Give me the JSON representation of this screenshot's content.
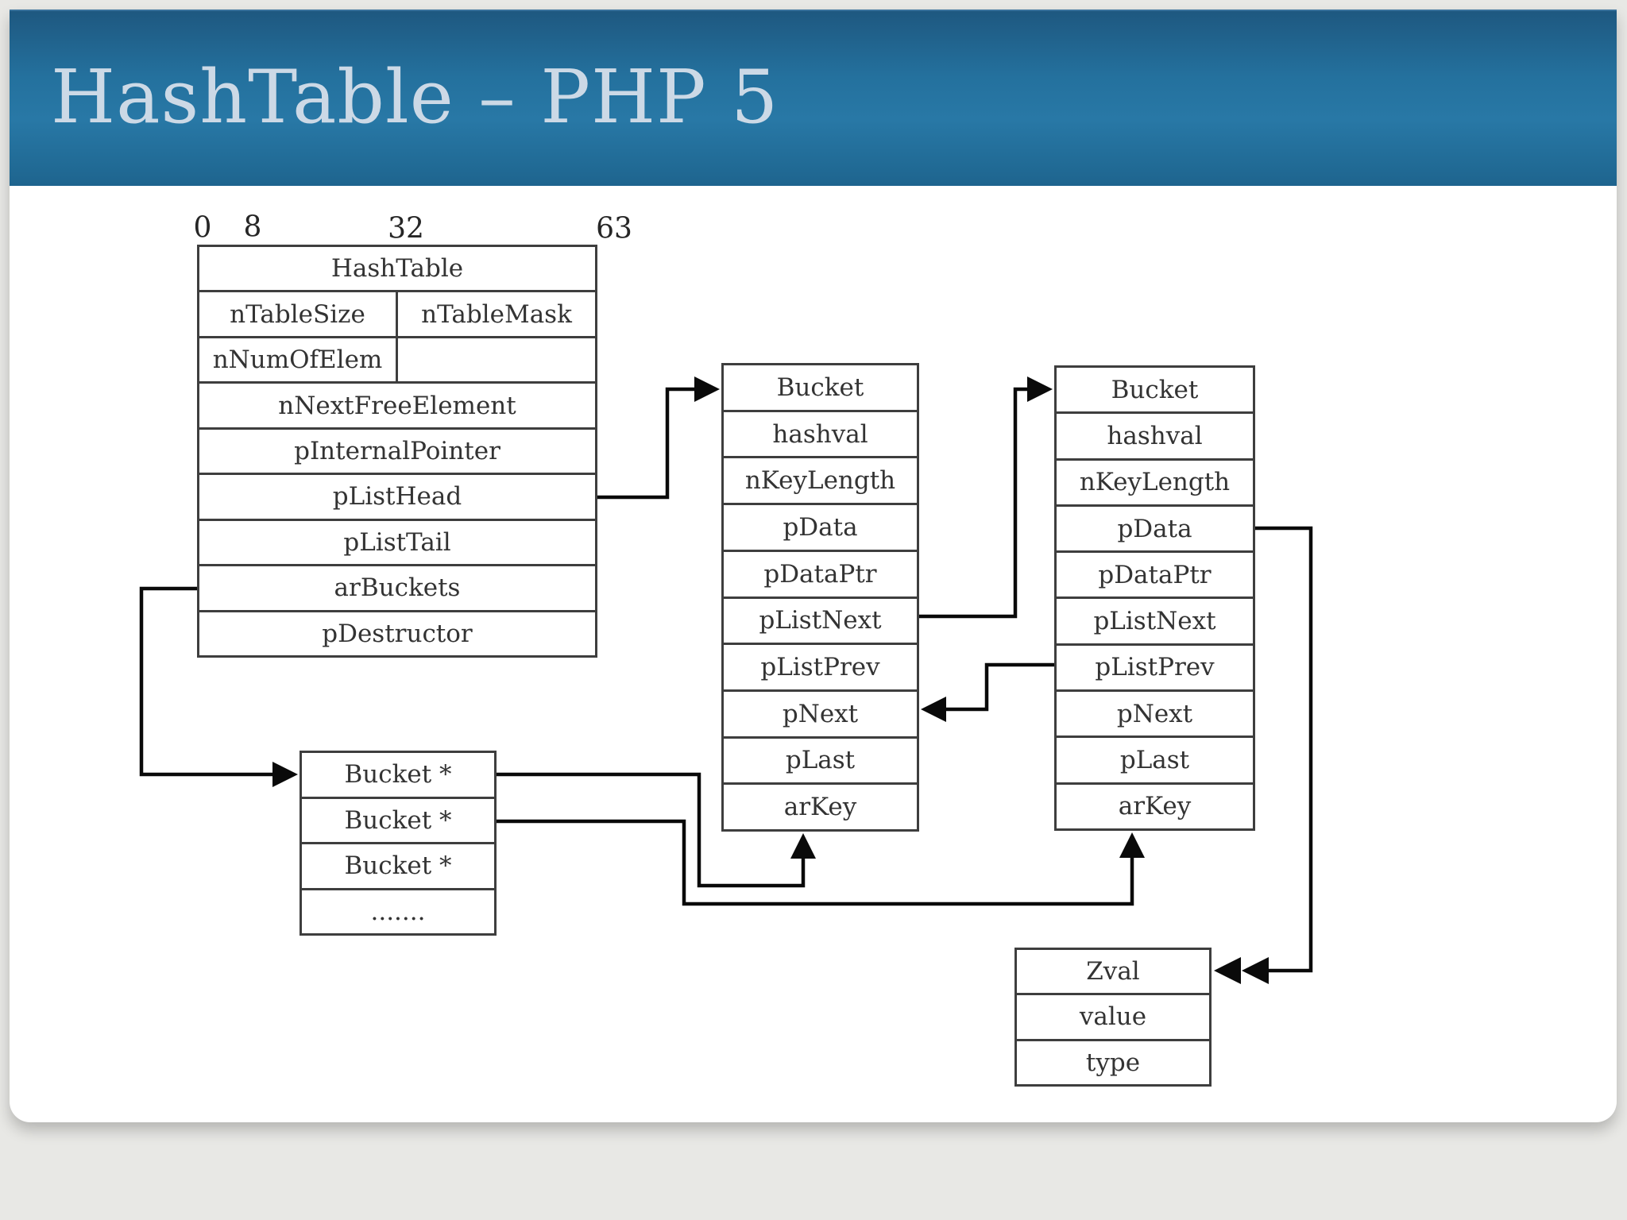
{
  "header": {
    "title": "HashTable – PHP 5"
  },
  "diagram": {
    "bit_labels": [
      "0",
      "8",
      "32",
      "63"
    ],
    "hashtable": {
      "title_row": "HashTable",
      "n_table_size": "nTableSize",
      "n_table_mask": "nTableMask",
      "n_num_of_elem": "nNumOfElem",
      "empty_cell": "",
      "full_rows": [
        "nNextFreeElement",
        "pInternalPointer",
        "pListHead",
        "pListTail",
        "arBuckets",
        "pDestructor"
      ]
    },
    "bucket_fields": [
      "Bucket",
      "hashval",
      "nKeyLength",
      "pData",
      "pDataPtr",
      "pListNext",
      "pListPrev",
      "pNext",
      "pLast",
      "arKey"
    ],
    "buckets_array_rows": [
      "Bucket *",
      "Bucket *",
      "Bucket *",
      "......."
    ],
    "zval_rows": [
      "Zval",
      "value",
      "type"
    ],
    "colors": {
      "header_top": "#1e5880",
      "header_mid": "#2878a6",
      "header_bottom": "#1e648e",
      "title_text": "#ccd9e6",
      "box_border": "#3e3e3e",
      "arrow": "#0a0a0a",
      "label_text": "#333333",
      "page_bg": "#e8e8e5"
    }
  }
}
